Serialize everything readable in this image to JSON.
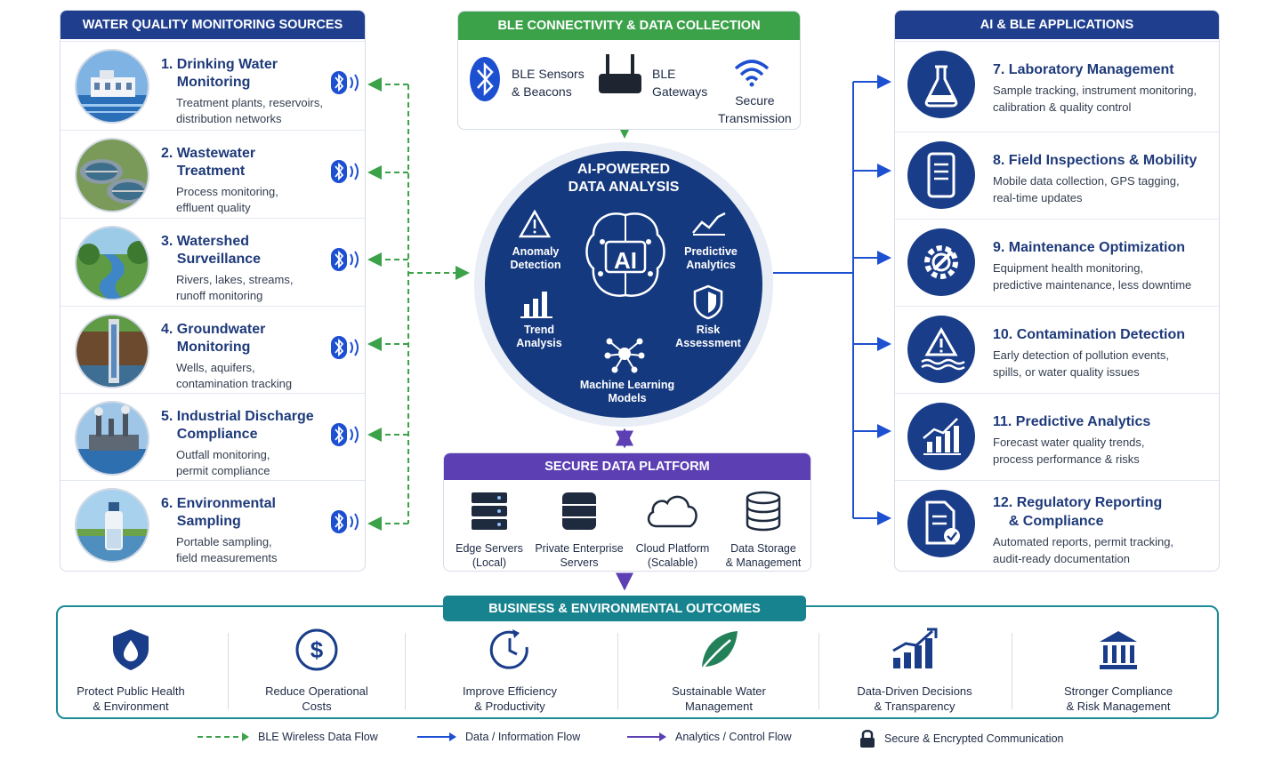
{
  "sources": {
    "header": "WATER QUALITY MONITORING SOURCES",
    "items": [
      {
        "title": "1. Drinking Water\n    Monitoring",
        "desc": "Treatment plants, reservoirs,\ndistribution networks"
      },
      {
        "title": "2. Wastewater\n    Treatment",
        "desc": "Process monitoring,\neffluent quality"
      },
      {
        "title": "3. Watershed\n    Surveillance",
        "desc": "Rivers, lakes, streams,\nrunoff monitoring"
      },
      {
        "title": "4. Groundwater\n    Monitoring",
        "desc": "Wells, aquifers,\ncontamination tracking"
      },
      {
        "title": "5. Industrial Discharge\n    Compliance",
        "desc": "Outfall monitoring,\npermit compliance"
      },
      {
        "title": "6. Environmental\n    Sampling",
        "desc": "Portable sampling,\nfield measurements"
      }
    ]
  },
  "connectivity": {
    "header": "BLE CONNECTIVITY & DATA COLLECTION",
    "sensors": "BLE Sensors\n& Beacons",
    "gateways": "BLE\nGateways",
    "transmission": "Secure\nTransmission"
  },
  "ai": {
    "title": "AI-POWERED\nDATA ANALYSIS",
    "center": "AI",
    "anomaly": "Anomaly\nDetection",
    "predictive": "Predictive\nAnalytics",
    "trend": "Trend\nAnalysis",
    "risk": "Risk\nAssessment",
    "ml": "Machine Learning\nModels"
  },
  "platform": {
    "header": "SECURE DATA PLATFORM",
    "items": [
      {
        "label": "Edge Servers\n(Local)"
      },
      {
        "label": "Private Enterprise\nServers"
      },
      {
        "label": "Cloud Platform\n(Scalable)"
      },
      {
        "label": "Data Storage\n& Management"
      }
    ]
  },
  "applications": {
    "header": "AI & BLE APPLICATIONS",
    "items": [
      {
        "title": "7. Laboratory Management",
        "desc": "Sample tracking, instrument monitoring,\ncalibration & quality control",
        "icon": "flask-icon"
      },
      {
        "title": "8. Field Inspections & Mobility",
        "desc": "Mobile data collection, GPS tagging,\nreal-time updates",
        "icon": "mobile-checklist-icon"
      },
      {
        "title": "9. Maintenance Optimization",
        "desc": "Equipment health monitoring,\npredictive maintenance, less downtime",
        "icon": "gear-wrench-icon"
      },
      {
        "title": "10. Contamination Detection",
        "desc": "Early detection of pollution events,\nspills, or water quality issues",
        "icon": "warning-water-icon"
      },
      {
        "title": "11. Predictive Analytics",
        "desc": "Forecast water quality trends,\nprocess performance & risks",
        "icon": "trend-chart-icon"
      },
      {
        "title": "12. Regulatory Reporting\n    & Compliance",
        "desc": "Automated reports, permit tracking,\naudit-ready documentation",
        "icon": "document-check-icon"
      }
    ]
  },
  "outcomes": {
    "header": "BUSINESS & ENVIRONMENTAL OUTCOMES",
    "items": [
      {
        "label": "Protect Public Health\n& Environment",
        "icon": "shield-drop-icon"
      },
      {
        "label": "Reduce Operational\nCosts",
        "icon": "dollar-icon"
      },
      {
        "label": "Improve Efficiency\n& Productivity",
        "icon": "clock-icon"
      },
      {
        "label": "Sustainable Water\nManagement",
        "icon": "leaf-icon"
      },
      {
        "label": "Data-Driven Decisions\n& Transparency",
        "icon": "growth-chart-icon"
      },
      {
        "label": "Stronger Compliance\n& Risk Management",
        "icon": "institution-icon"
      }
    ]
  },
  "legend": {
    "ble_flow": "BLE Wireless Data Flow",
    "data_flow": "Data / Information Flow",
    "analytics_flow": "Analytics / Control Flow",
    "secure": "Secure & Encrypted Communication"
  },
  "colors": {
    "navy": "#1f3f8e",
    "green": "#3ca24a",
    "purple": "#5b3fb3",
    "teal": "#17838e",
    "ble_blue": "#1d4fd1"
  }
}
